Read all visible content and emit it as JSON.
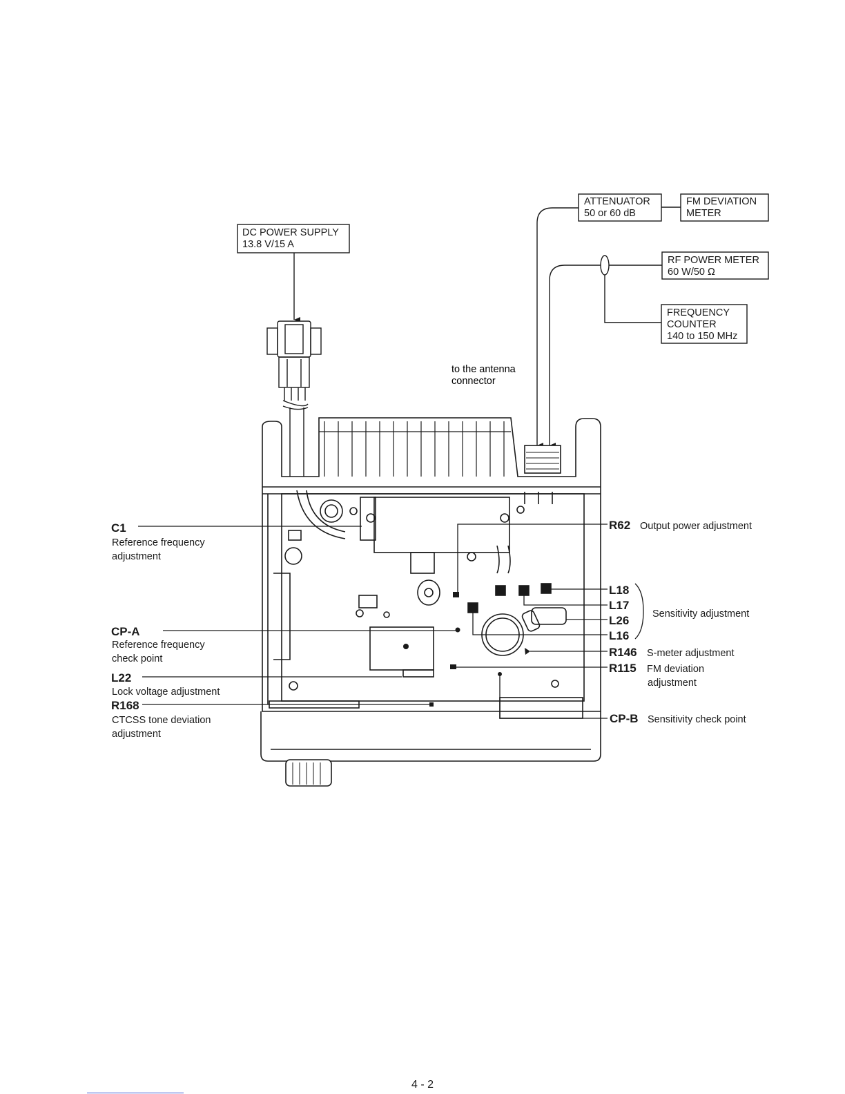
{
  "equipment": {
    "dc_power_supply": {
      "line1": "DC POWER SUPPLY",
      "line2": "13.8 V/15 A"
    },
    "attenuator": {
      "line1": "ATTENUATOR",
      "line2": "50 or 60 dB"
    },
    "fm_deviation_meter": {
      "line1": "FM DEVIATION",
      "line2": "METER"
    },
    "rf_power_meter": {
      "line1": "RF POWER METER",
      "line2": "60 W/50 Ω"
    },
    "frequency_counter": {
      "line1": "FREQUENCY",
      "line2": "COUNTER",
      "line3": "140 to 150 MHz"
    }
  },
  "antenna_note": {
    "line1": "to the antenna",
    "line2": "connector"
  },
  "left_callouts": {
    "c1": {
      "ref": "C1",
      "desc1": "Reference frequency",
      "desc2": "adjustment"
    },
    "cpa": {
      "ref": "CP-A",
      "desc1": "Reference frequency",
      "desc2": "check point"
    },
    "l22": {
      "ref": "L22",
      "desc1": "Lock voltage adjustment"
    },
    "r168": {
      "ref": "R168",
      "desc1": "CTCSS tone deviation",
      "desc2": "adjustment"
    }
  },
  "right_callouts": {
    "r62": {
      "ref": "R62",
      "desc1": "Output power adjustment"
    },
    "l18": {
      "ref": "L18"
    },
    "l17": {
      "ref": "L17"
    },
    "l26": {
      "ref": "L26"
    },
    "l16": {
      "ref": "L16"
    },
    "sensitivity": {
      "desc1": "Sensitivity adjustment"
    },
    "r146": {
      "ref": "R146",
      "desc1": "S-meter adjustment"
    },
    "r115": {
      "ref": "R115",
      "desc1": "FM deviation",
      "desc2": "adjustment"
    },
    "cpb": {
      "ref": "CP-B",
      "desc1": "Sensitivity check point"
    }
  },
  "page_number": "4 - 2"
}
